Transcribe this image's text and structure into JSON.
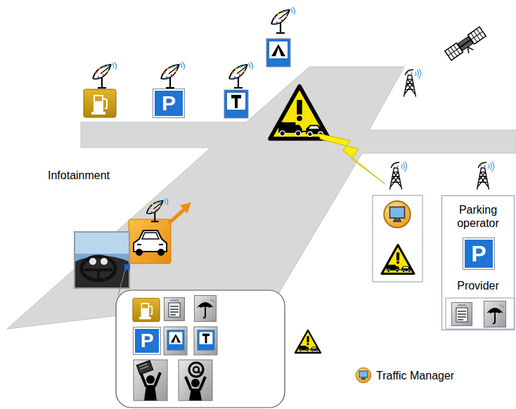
{
  "diagram": {
    "nodes": [
      {
        "text": [
          "P"
        ]
      },
      {
        "text": [
          "Parking operator",
          "Provider"
        ]
      },
      {
        "text": [
          "P"
        ],
        "in": 1
      },
      {
        "text": [
          "P"
        ]
      }
    ],
    "labels": [
      "Infotainment"
    ],
    "legend": [
      {
        "text": "Traffic Manager"
      }
    ]
  }
}
